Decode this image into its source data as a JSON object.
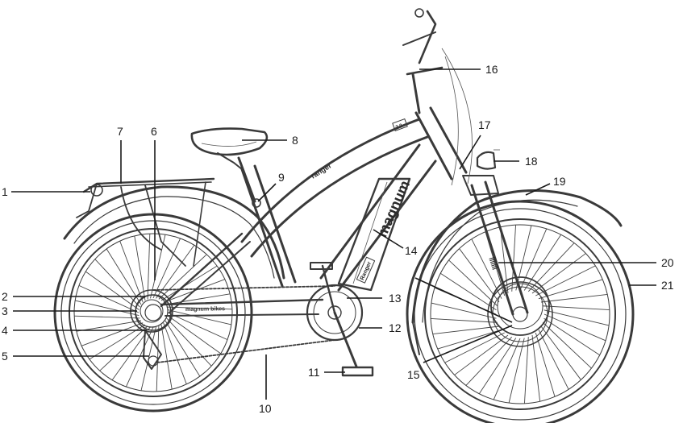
{
  "diagram": {
    "subject": "Magnum electric bike parts diagram",
    "branding": {
      "downtube_logo": "magnum",
      "toptube_logo": "ranger",
      "downtube_sticker": "Ranger",
      "chainstay_text": "magnum bikes",
      "headtube_badge": "2.0"
    },
    "callouts": [
      {
        "id": "1"
      },
      {
        "id": "2"
      },
      {
        "id": "3"
      },
      {
        "id": "4"
      },
      {
        "id": "5"
      },
      {
        "id": "6"
      },
      {
        "id": "7"
      },
      {
        "id": "8"
      },
      {
        "id": "9"
      },
      {
        "id": "10"
      },
      {
        "id": "11"
      },
      {
        "id": "12"
      },
      {
        "id": "13"
      },
      {
        "id": "14"
      },
      {
        "id": "15"
      },
      {
        "id": "16"
      },
      {
        "id": "17"
      },
      {
        "id": "18"
      },
      {
        "id": "19"
      },
      {
        "id": "20"
      },
      {
        "id": "21"
      }
    ],
    "colors": {
      "line": "#1a1a1a",
      "sketch": "#3a3a3a",
      "background": "#ffffff"
    }
  }
}
